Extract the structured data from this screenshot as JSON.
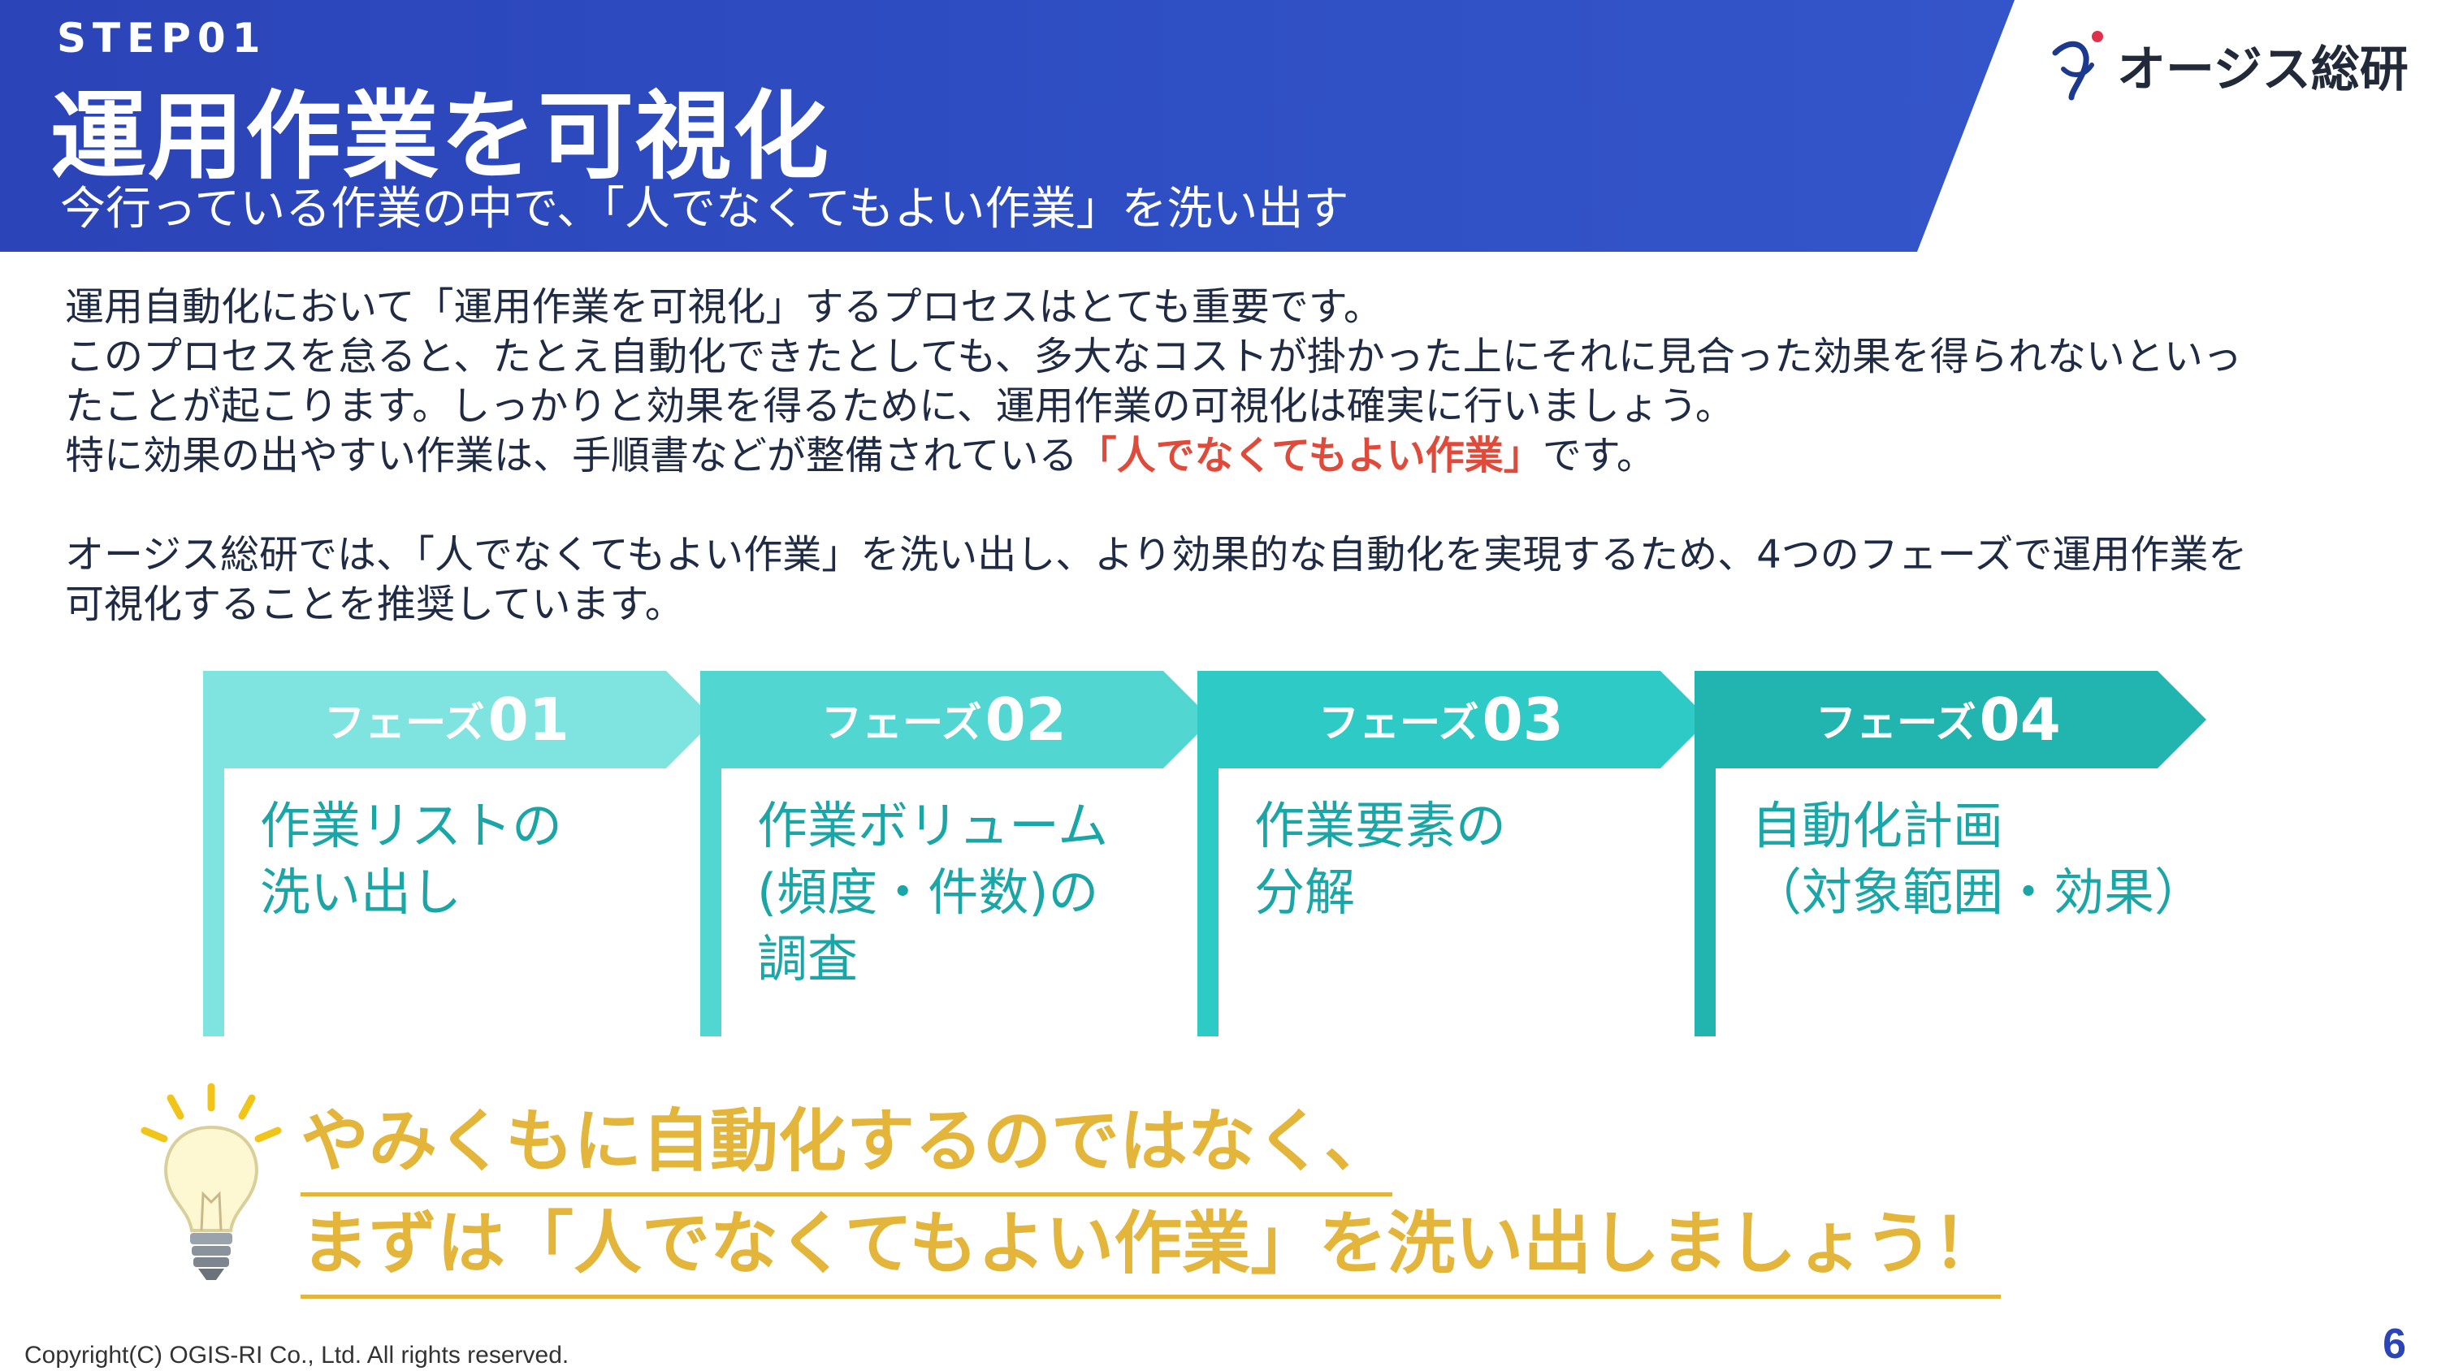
{
  "header": {
    "step": "STEP01",
    "title": "運用作業を可視化",
    "subtitle": "今行っている作業の中で、「人でなくてもよい作業」を洗い出す"
  },
  "logo": {
    "text": "オージス総研"
  },
  "body": {
    "line1": "運用自動化において「運用作業を可視化」するプロセスはとても重要です。",
    "line2": "このプロセスを怠ると、たとえ自動化できたとしても、多大なコストが掛かった上にそれに見合った効果を得られないといっ",
    "line3": "たことが起こります。しっかりと効果を得るために、運用作業の可視化は確実に行いましょう。",
    "line4_pre": "特に効果の出やすい作業は、手順書などが整備されている",
    "line4_emph": "「人でなくてもよい作業」",
    "line4_post": "です。",
    "line5": "オージス総研では、「人でなくてもよい作業」を洗い出し、より効果的な自動化を実現するため、4つのフェーズで運用作業を",
    "line6": "可視化することを推奨しています。"
  },
  "phases": [
    {
      "prefix": "フェーズ",
      "num": "01",
      "body": "作業リストの\n洗い出し",
      "color": "#7fe3e0"
    },
    {
      "prefix": "フェーズ",
      "num": "02",
      "body": "作業ボリューム\n(頻度・件数)の\n調査",
      "color": "#52d6d2"
    },
    {
      "prefix": "フェーズ",
      "num": "03",
      "body": "作業要素の\n分解",
      "color": "#2ecbc6"
    },
    {
      "prefix": "フェーズ",
      "num": "04",
      "body": "自動化計画\n（対象範囲・効果）",
      "color": "#22b4ae"
    }
  ],
  "callout": {
    "line1": "やみくもに自動化するのではなく、",
    "line2": "まずは「人でなくてもよい作業」を洗い出しましょう！"
  },
  "footer": {
    "copyright": "Copyright(C)  OGIS-RI Co., Ltd. All rights reserved.",
    "page": "6"
  },
  "icons": [
    "logo-mark-icon",
    "lightbulb-icon"
  ]
}
